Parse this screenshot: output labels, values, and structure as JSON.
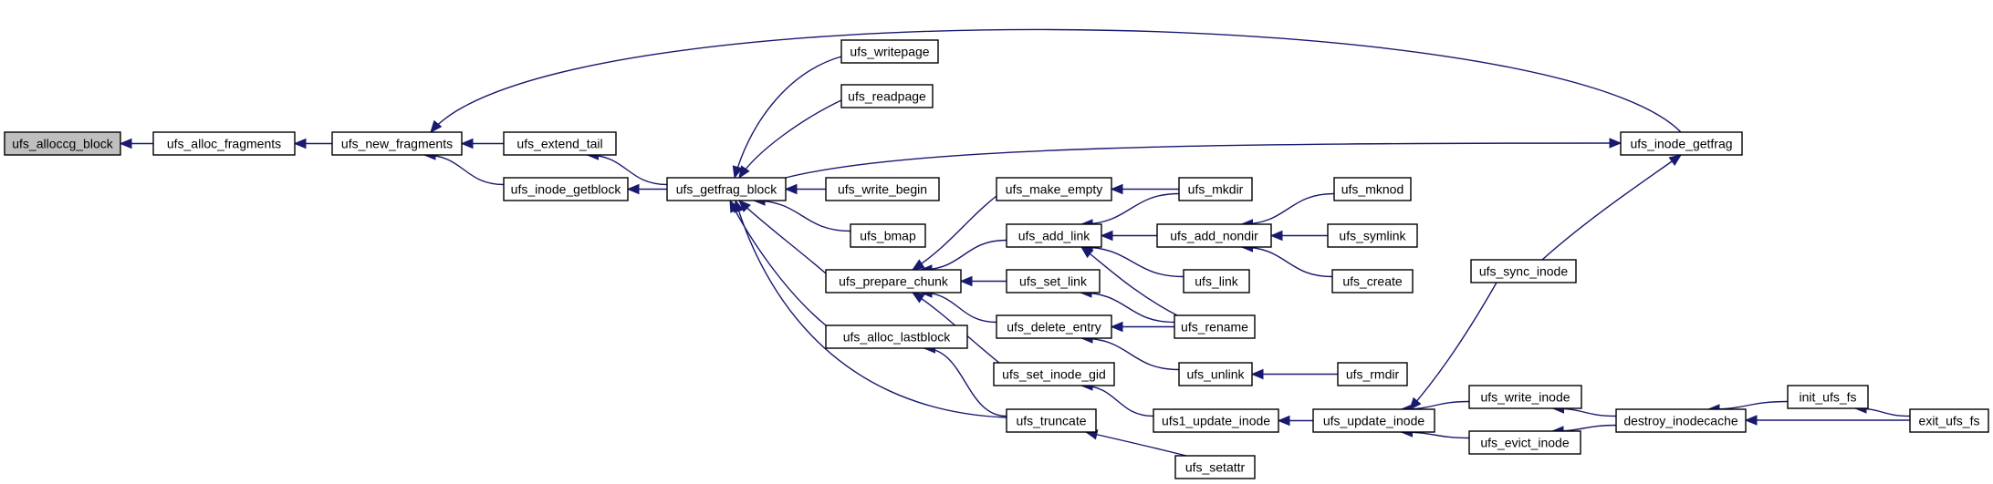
{
  "colors": {
    "edge": "#191970",
    "root_fill": "#bfbfbf",
    "node_fill": "#ffffff",
    "node_border": "#000000"
  },
  "nodes": [
    {
      "id": "ufs_alloccg_block",
      "label": "ufs_alloccg_block",
      "root": true
    },
    {
      "id": "ufs_alloc_fragments",
      "label": "ufs_alloc_fragments"
    },
    {
      "id": "ufs_new_fragments",
      "label": "ufs_new_fragments"
    },
    {
      "id": "ufs_extend_tail",
      "label": "ufs_extend_tail"
    },
    {
      "id": "ufs_inode_getblock",
      "label": "ufs_inode_getblock"
    },
    {
      "id": "ufs_getfrag_block",
      "label": "ufs_getfrag_block"
    },
    {
      "id": "ufs_writepage",
      "label": "ufs_writepage"
    },
    {
      "id": "ufs_readpage",
      "label": "ufs_readpage"
    },
    {
      "id": "ufs_write_begin",
      "label": "ufs_write_begin"
    },
    {
      "id": "ufs_bmap",
      "label": "ufs_bmap"
    },
    {
      "id": "ufs_prepare_chunk",
      "label": "ufs_prepare_chunk"
    },
    {
      "id": "ufs_alloc_lastblock",
      "label": "ufs_alloc_lastblock"
    },
    {
      "id": "ufs_make_empty",
      "label": "ufs_make_empty"
    },
    {
      "id": "ufs_add_link",
      "label": "ufs_add_link"
    },
    {
      "id": "ufs_set_link",
      "label": "ufs_set_link"
    },
    {
      "id": "ufs_delete_entry",
      "label": "ufs_delete_entry"
    },
    {
      "id": "ufs_set_inode_gid",
      "label": "ufs_set_inode_gid"
    },
    {
      "id": "ufs_truncate",
      "label": "ufs_truncate"
    },
    {
      "id": "ufs_mkdir",
      "label": "ufs_mkdir"
    },
    {
      "id": "ufs_add_nondir",
      "label": "ufs_add_nondir"
    },
    {
      "id": "ufs_link",
      "label": "ufs_link"
    },
    {
      "id": "ufs_rename",
      "label": "ufs_rename"
    },
    {
      "id": "ufs_unlink",
      "label": "ufs_unlink"
    },
    {
      "id": "ufs1_update_inode",
      "label": "ufs1_update_inode"
    },
    {
      "id": "ufs_setattr",
      "label": "ufs_setattr"
    },
    {
      "id": "ufs_mknod",
      "label": "ufs_mknod"
    },
    {
      "id": "ufs_symlink",
      "label": "ufs_symlink"
    },
    {
      "id": "ufs_create",
      "label": "ufs_create"
    },
    {
      "id": "ufs_rmdir",
      "label": "ufs_rmdir"
    },
    {
      "id": "ufs_update_inode",
      "label": "ufs_update_inode"
    },
    {
      "id": "ufs_sync_inode",
      "label": "ufs_sync_inode"
    },
    {
      "id": "ufs_write_inode",
      "label": "ufs_write_inode"
    },
    {
      "id": "ufs_evict_inode",
      "label": "ufs_evict_inode"
    },
    {
      "id": "ufs_inode_getfrag",
      "label": "ufs_inode_getfrag"
    },
    {
      "id": "destroy_inodecache",
      "label": "destroy_inodecache"
    },
    {
      "id": "init_ufs_fs",
      "label": "init_ufs_fs"
    },
    {
      "id": "exit_ufs_fs",
      "label": "exit_ufs_fs"
    }
  ],
  "edges": [
    {
      "from": "ufs_alloc_fragments",
      "to": "ufs_alloccg_block"
    },
    {
      "from": "ufs_new_fragments",
      "to": "ufs_alloc_fragments"
    },
    {
      "from": "ufs_extend_tail",
      "to": "ufs_new_fragments"
    },
    {
      "from": "ufs_inode_getblock",
      "to": "ufs_new_fragments"
    },
    {
      "from": "ufs_inode_getfrag",
      "to": "ufs_new_fragments"
    },
    {
      "from": "ufs_getfrag_block",
      "to": "ufs_extend_tail"
    },
    {
      "from": "ufs_getfrag_block",
      "to": "ufs_inode_getblock"
    },
    {
      "from": "ufs_getfrag_block",
      "to": "ufs_inode_getfrag"
    },
    {
      "from": "ufs_writepage",
      "to": "ufs_getfrag_block"
    },
    {
      "from": "ufs_readpage",
      "to": "ufs_getfrag_block"
    },
    {
      "from": "ufs_write_begin",
      "to": "ufs_getfrag_block"
    },
    {
      "from": "ufs_bmap",
      "to": "ufs_getfrag_block"
    },
    {
      "from": "ufs_prepare_chunk",
      "to": "ufs_getfrag_block"
    },
    {
      "from": "ufs_alloc_lastblock",
      "to": "ufs_getfrag_block"
    },
    {
      "from": "ufs_truncate",
      "to": "ufs_getfrag_block"
    },
    {
      "from": "ufs_make_empty",
      "to": "ufs_prepare_chunk"
    },
    {
      "from": "ufs_add_link",
      "to": "ufs_prepare_chunk"
    },
    {
      "from": "ufs_set_link",
      "to": "ufs_prepare_chunk"
    },
    {
      "from": "ufs_delete_entry",
      "to": "ufs_prepare_chunk"
    },
    {
      "from": "ufs_set_inode_gid",
      "to": "ufs_prepare_chunk"
    },
    {
      "from": "ufs_truncate",
      "to": "ufs_alloc_lastblock"
    },
    {
      "from": "ufs_mkdir",
      "to": "ufs_make_empty"
    },
    {
      "from": "ufs_mkdir",
      "to": "ufs_add_link"
    },
    {
      "from": "ufs_add_nondir",
      "to": "ufs_add_link"
    },
    {
      "from": "ufs_link",
      "to": "ufs_add_link"
    },
    {
      "from": "ufs_rename",
      "to": "ufs_add_link"
    },
    {
      "from": "ufs_rename",
      "to": "ufs_set_link"
    },
    {
      "from": "ufs_rename",
      "to": "ufs_delete_entry"
    },
    {
      "from": "ufs_unlink",
      "to": "ufs_delete_entry"
    },
    {
      "from": "ufs1_update_inode",
      "to": "ufs_set_inode_gid"
    },
    {
      "from": "ufs_setattr",
      "to": "ufs_truncate"
    },
    {
      "from": "ufs_mknod",
      "to": "ufs_add_nondir"
    },
    {
      "from": "ufs_symlink",
      "to": "ufs_add_nondir"
    },
    {
      "from": "ufs_create",
      "to": "ufs_add_nondir"
    },
    {
      "from": "ufs_rmdir",
      "to": "ufs_unlink"
    },
    {
      "from": "ufs_update_inode",
      "to": "ufs1_update_inode"
    },
    {
      "from": "ufs_sync_inode",
      "to": "ufs_update_inode"
    },
    {
      "from": "ufs_write_inode",
      "to": "ufs_update_inode"
    },
    {
      "from": "ufs_evict_inode",
      "to": "ufs_update_inode"
    },
    {
      "from": "ufs_sync_inode",
      "to": "ufs_inode_getfrag"
    },
    {
      "from": "destroy_inodecache",
      "to": "ufs_write_inode"
    },
    {
      "from": "destroy_inodecache",
      "to": "ufs_evict_inode"
    },
    {
      "from": "init_ufs_fs",
      "to": "destroy_inodecache"
    },
    {
      "from": "exit_ufs_fs",
      "to": "destroy_inodecache"
    },
    {
      "from": "exit_ufs_fs",
      "to": "init_ufs_fs"
    }
  ]
}
